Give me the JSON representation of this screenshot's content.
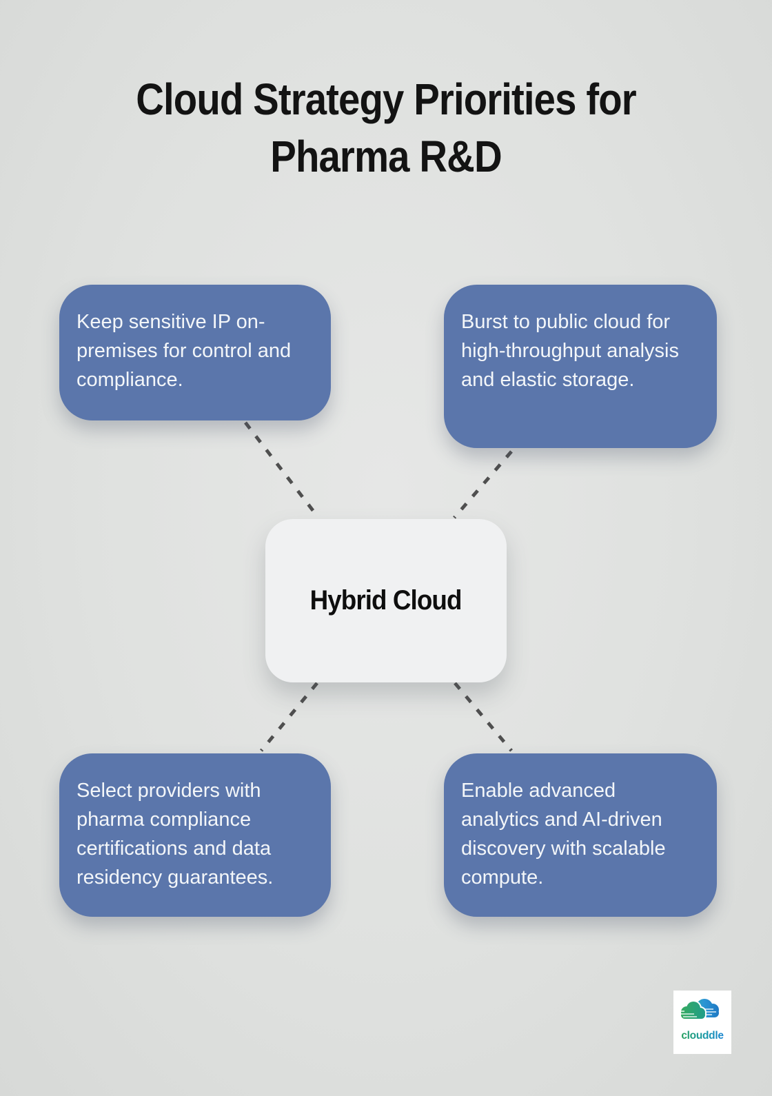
{
  "title": {
    "line1": "Cloud Strategy Priorities for",
    "line2": "Pharma R&D"
  },
  "center_node": {
    "label": "Hybrid Cloud"
  },
  "nodes": [
    {
      "position": "top-left",
      "text": "Keep sensitive IP on-premises for control and compliance."
    },
    {
      "position": "top-right",
      "text": "Burst to public cloud for high-throughput analysis and elastic storage."
    },
    {
      "position": "bottom-left",
      "text": "Select providers with pharma compliance certifications and data residency guarantees."
    },
    {
      "position": "bottom-right",
      "text": "Enable advanced analytics and AI-driven discovery with scalable compute."
    }
  ],
  "logo": {
    "text": "clouddle",
    "icon": "clouds-icon"
  },
  "colors": {
    "background": "#dfe1df",
    "node_fill": "#5b76ab",
    "node_text": "#f3f6f9",
    "center_fill": "#f0f1f2",
    "center_text": "#0e0e0e",
    "title_text": "#131313",
    "connector": "#4f4f4f",
    "logo_green": "#2faa64",
    "logo_blue": "#1e88d0"
  }
}
